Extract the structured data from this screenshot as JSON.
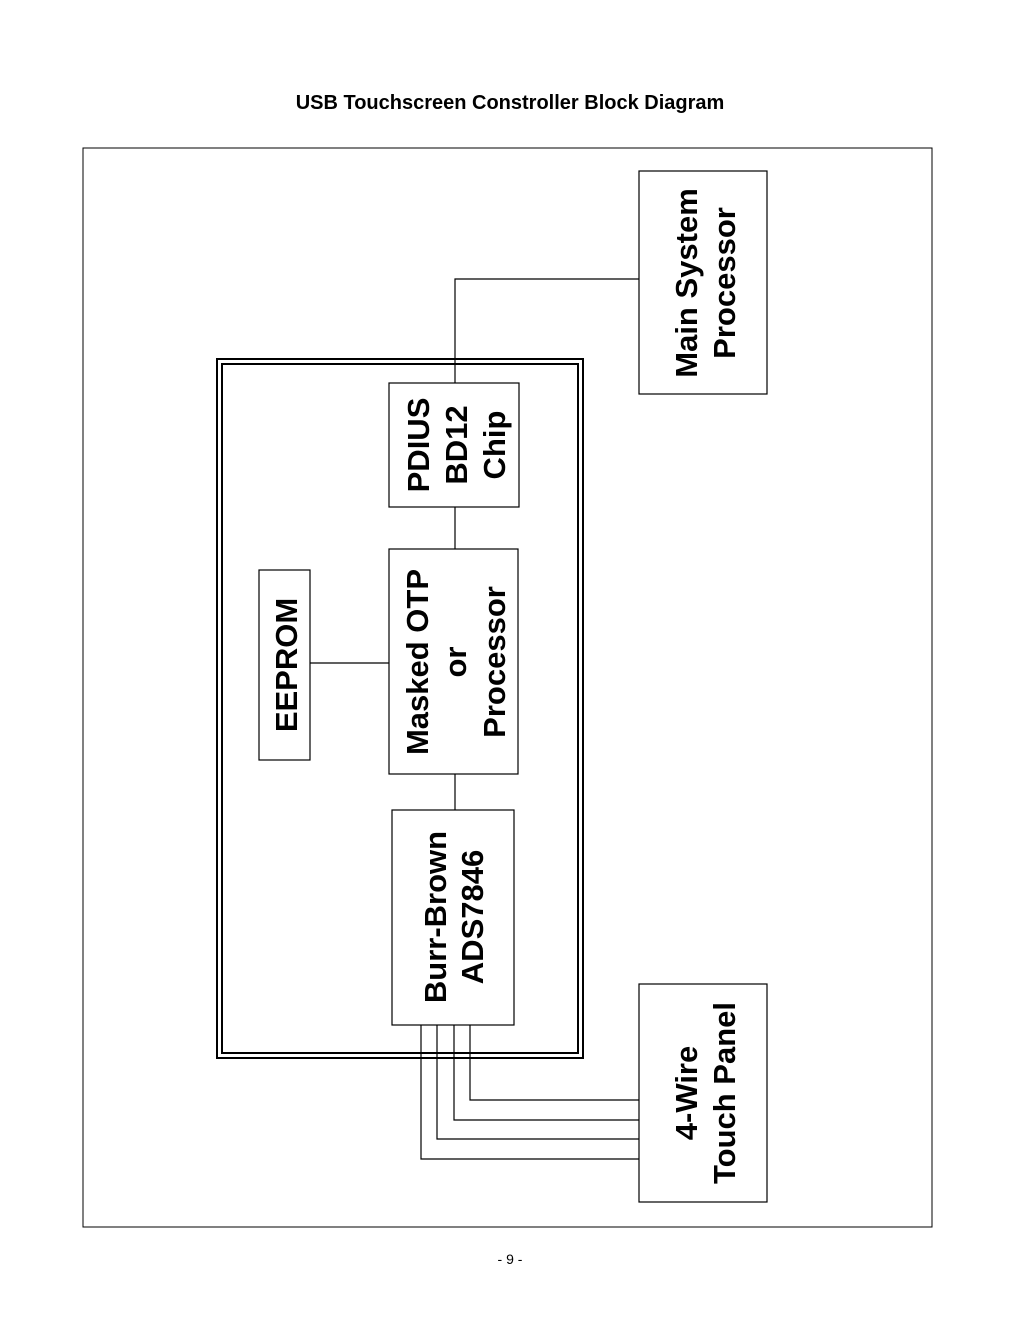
{
  "title": "USB Touchscreen Constroller Block Diagram",
  "page_number": "- 9 -",
  "blocks": {
    "main_processor": [
      "Main System",
      "Processor"
    ],
    "pdiusbd12": [
      "PDIUS",
      "BD12",
      "Chip"
    ],
    "masked_otp": [
      "Masked OTP",
      "or",
      "Processor"
    ],
    "eeprom": [
      "EEPROM"
    ],
    "adc": [
      "Burr-Brown",
      "ADS7846"
    ],
    "touch_panel": [
      "4-Wire",
      "Touch Panel"
    ]
  }
}
